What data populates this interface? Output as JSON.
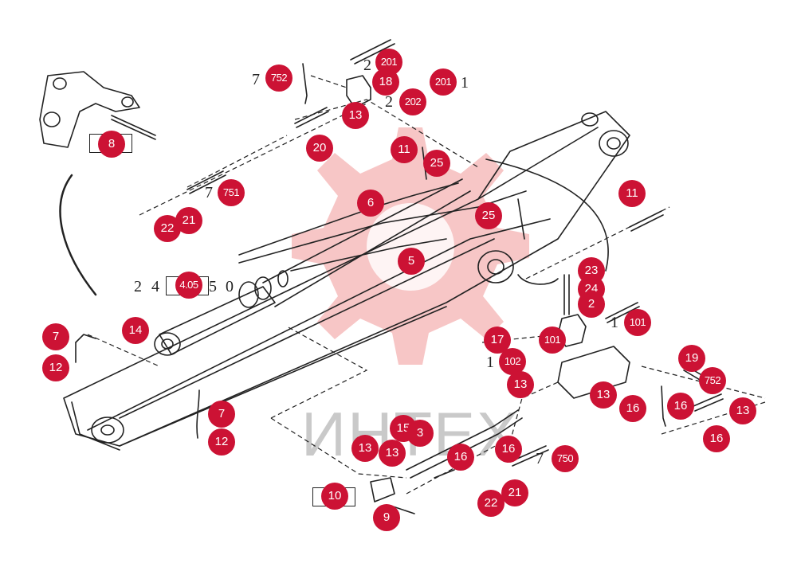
{
  "watermark": {
    "text": "ИНТЕХ",
    "color": "#f4b3b3"
  },
  "colors": {
    "callout": "#cc1234",
    "line": "#222222"
  },
  "callouts": [
    {
      "id": "c1",
      "text": "752"
    },
    {
      "id": "c2",
      "text": "201"
    },
    {
      "id": "c3",
      "text": "18"
    },
    {
      "id": "c4",
      "text": "201"
    },
    {
      "id": "c5",
      "text": "202"
    },
    {
      "id": "c6",
      "text": "13"
    },
    {
      "id": "c7",
      "text": "20"
    },
    {
      "id": "c8",
      "text": "8"
    },
    {
      "id": "c9",
      "text": "751"
    },
    {
      "id": "c10",
      "text": "21"
    },
    {
      "id": "c11",
      "text": "22"
    },
    {
      "id": "c12",
      "text": "11"
    },
    {
      "id": "c13",
      "text": "25"
    },
    {
      "id": "c14",
      "text": "6"
    },
    {
      "id": "c15",
      "text": "25"
    },
    {
      "id": "c16",
      "text": "11"
    },
    {
      "id": "c17",
      "text": "5"
    },
    {
      "id": "c18",
      "text": "4.05"
    },
    {
      "id": "c19",
      "text": "23"
    },
    {
      "id": "c20",
      "text": "24"
    },
    {
      "id": "c21",
      "text": "2"
    },
    {
      "id": "c22",
      "text": "101"
    },
    {
      "id": "c23",
      "text": "17"
    },
    {
      "id": "c24",
      "text": "101"
    },
    {
      "id": "c25",
      "text": "102"
    },
    {
      "id": "c26",
      "text": "19"
    },
    {
      "id": "c27",
      "text": "752"
    },
    {
      "id": "c28",
      "text": "13"
    },
    {
      "id": "c29",
      "text": "13"
    },
    {
      "id": "c30",
      "text": "16"
    },
    {
      "id": "c31",
      "text": "16"
    },
    {
      "id": "c32",
      "text": "13"
    },
    {
      "id": "c33",
      "text": "16"
    },
    {
      "id": "c34",
      "text": "7"
    },
    {
      "id": "c35",
      "text": "14"
    },
    {
      "id": "c36",
      "text": "12"
    },
    {
      "id": "c37",
      "text": "7"
    },
    {
      "id": "c38",
      "text": "12"
    },
    {
      "id": "c39",
      "text": "15"
    },
    {
      "id": "c40",
      "text": "3"
    },
    {
      "id": "c41",
      "text": "13"
    },
    {
      "id": "c42",
      "text": "13"
    },
    {
      "id": "c43",
      "text": "16"
    },
    {
      "id": "c44",
      "text": "16"
    },
    {
      "id": "c45",
      "text": "750"
    },
    {
      "id": "c46",
      "text": "10"
    },
    {
      "id": "c47",
      "text": "21"
    },
    {
      "id": "c48",
      "text": "22"
    },
    {
      "id": "c49",
      "text": "9"
    }
  ],
  "labels": [
    {
      "id": "l1",
      "text": "7"
    },
    {
      "id": "l2",
      "text": "2"
    },
    {
      "id": "l3",
      "text": "1"
    },
    {
      "id": "l4",
      "text": "2"
    },
    {
      "id": "l5",
      "text": "7"
    },
    {
      "id": "l6",
      "text": "2"
    },
    {
      "id": "l7",
      "text": "4"
    },
    {
      "id": "l8",
      "text": "5"
    },
    {
      "id": "l9",
      "text": "0"
    },
    {
      "id": "l10",
      "text": "1"
    },
    {
      "id": "l11",
      "text": "1"
    },
    {
      "id": "l12",
      "text": "7"
    }
  ]
}
